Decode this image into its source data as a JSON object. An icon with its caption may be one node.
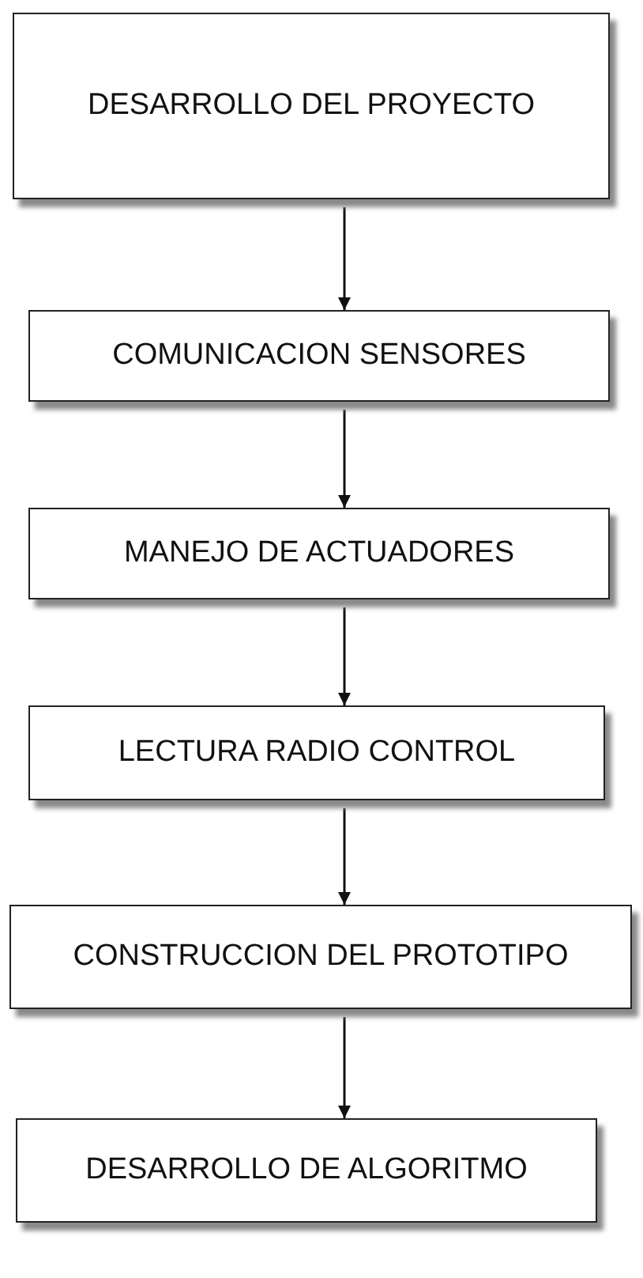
{
  "diagram": {
    "nodes": [
      {
        "text": [
          "DESARROLLO DEL PROYECTO"
        ]
      },
      {
        "text": [
          "COMUNICACION SENSORES"
        ]
      },
      {
        "text": [
          "MANEJO DE ACTUADORES"
        ]
      },
      {
        "text": [
          "LECTURA RADIO CONTROL"
        ]
      },
      {
        "text": [
          "CONSTRUCCION DEL PROTOTIPO"
        ]
      },
      {
        "text": [
          "DESARROLLO DE ALGORITMO"
        ]
      }
    ],
    "edges": [
      {
        "from": 0,
        "to": 1,
        "arrow": "to"
      },
      {
        "from": 1,
        "to": 2,
        "arrow": "to"
      },
      {
        "from": 2,
        "to": 3,
        "arrow": "to"
      },
      {
        "from": 3,
        "to": 4,
        "arrow": "to"
      },
      {
        "from": 4,
        "to": 5,
        "arrow": "to"
      }
    ]
  }
}
